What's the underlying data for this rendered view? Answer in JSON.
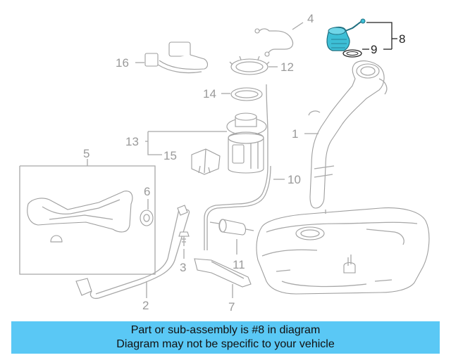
{
  "callouts": {
    "c1": "1",
    "c2": "2",
    "c3": "3",
    "c4": "4",
    "c5": "5",
    "c6": "6",
    "c7": "7",
    "c8": "8",
    "c9": "9",
    "c10": "10",
    "c11": "11",
    "c12": "12",
    "c13": "13",
    "c14": "14",
    "c15": "15",
    "c16": "16"
  },
  "highlighted_part": "8",
  "colors": {
    "banner": "#5ac8f5",
    "highlight_part": "#3dbfd6",
    "line_gray": "#a8a8a8"
  },
  "banner": {
    "line1": "Part or sub-assembly is #8 in diagram",
    "line2": "Diagram may not be specific to your vehicle"
  }
}
